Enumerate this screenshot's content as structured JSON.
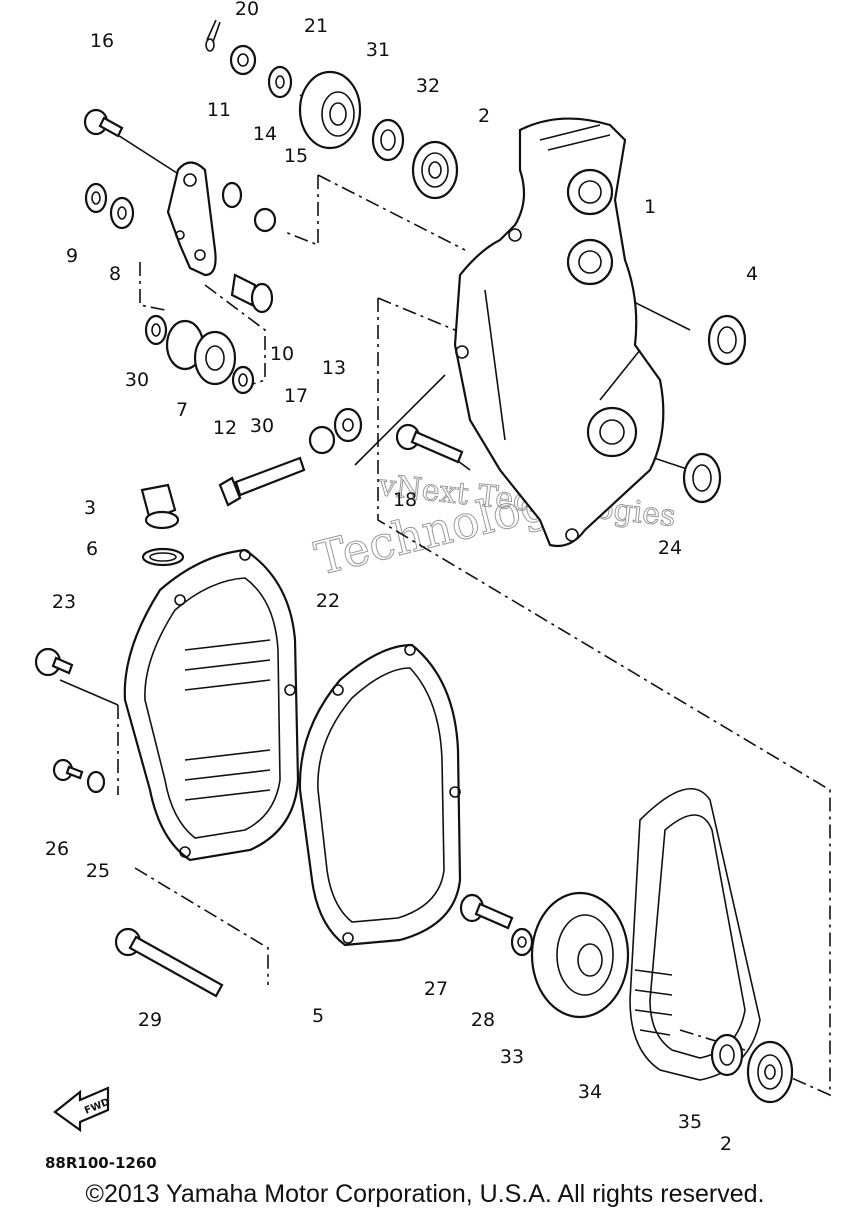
{
  "diagram": {
    "part_labels": [
      "20",
      "21",
      "31",
      "32",
      "2",
      "16",
      "11",
      "14",
      "15",
      "1",
      "9",
      "8",
      "4",
      "10",
      "30",
      "7",
      "30",
      "13",
      "17",
      "12",
      "3",
      "18",
      "24",
      "6",
      "23",
      "22",
      "26",
      "25",
      "27",
      "28",
      "29",
      "5",
      "33",
      "34",
      "35",
      "2"
    ],
    "drawing_code": "88R100-1260",
    "fwd_marker": "FWD",
    "watermark_line1": "vNext Technologies",
    "watermark_line2": "Technologies"
  },
  "footer": {
    "copyright": "©2013 Yamaha Motor Corporation, U.S.A. All rights reserved."
  }
}
